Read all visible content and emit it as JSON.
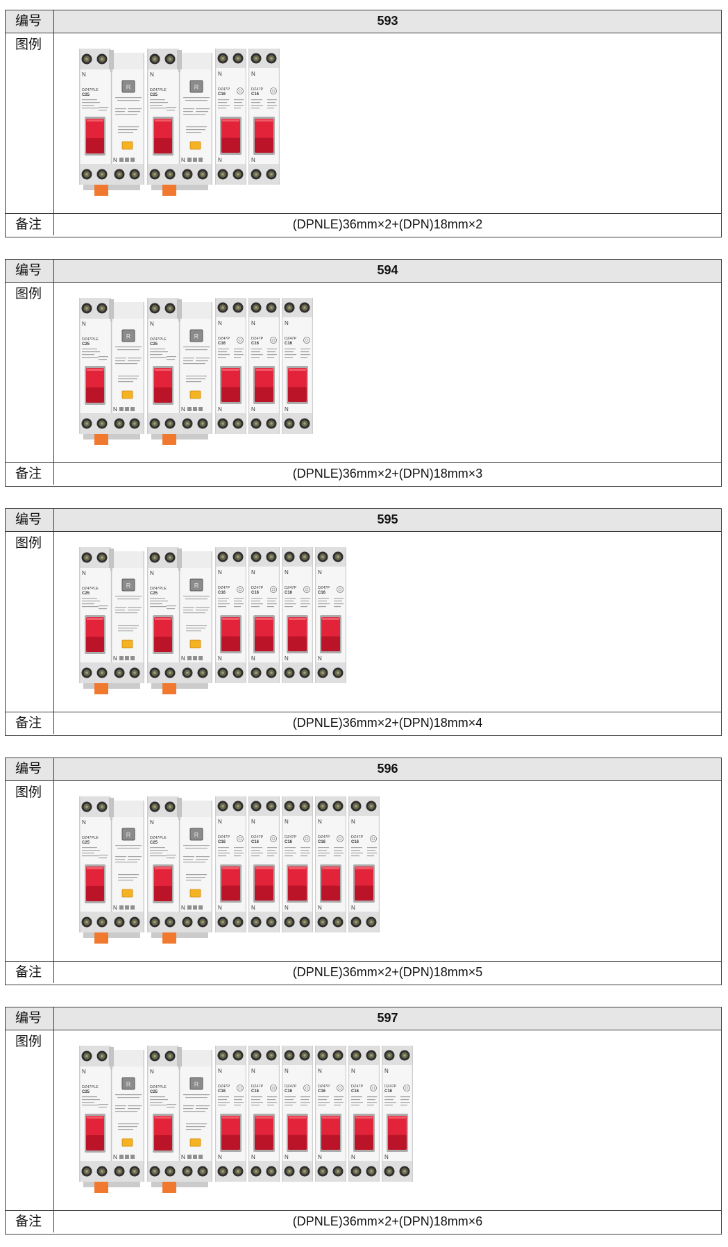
{
  "labels": {
    "number": "编号",
    "legend": "图例",
    "remark": "备注"
  },
  "module_marks": {
    "neutral": "N",
    "test_button": "R"
  },
  "colors": {
    "border": "#3a3a3a",
    "header_bg": "#e6e6e6",
    "toggle_red": "#e2233a",
    "toggle_red_dark": "#bb1428",
    "indicator_yellow": "#f5b223",
    "release_tab_orange": "#f0782f"
  },
  "tables": [
    {
      "number": "593",
      "remark": "(DPNLE)36mm×2+(DPN)18mm×2",
      "rcbo": [
        {
          "model": "DZ47PLE",
          "rating": "C25"
        },
        {
          "model": "DZ47PLE",
          "rating": "C25"
        }
      ],
      "mcb": [
        {
          "model": "DZ47P",
          "rating": "C16"
        },
        {
          "model": "DZ47P",
          "rating": "C16"
        }
      ]
    },
    {
      "number": "594",
      "remark": "(DPNLE)36mm×2+(DPN)18mm×3",
      "rcbo": [
        {
          "model": "DZ47PLE",
          "rating": "C25"
        },
        {
          "model": "DZ47PLE",
          "rating": "C25"
        }
      ],
      "mcb": [
        {
          "model": "DZ47P",
          "rating": "C16"
        },
        {
          "model": "DZ47P",
          "rating": "C16"
        },
        {
          "model": "DZ47P",
          "rating": "C16"
        }
      ]
    },
    {
      "number": "595",
      "remark": "(DPNLE)36mm×2+(DPN)18mm×4",
      "rcbo": [
        {
          "model": "DZ47PLE",
          "rating": "C25"
        },
        {
          "model": "DZ47PLE",
          "rating": "C25"
        }
      ],
      "mcb": [
        {
          "model": "DZ47P",
          "rating": "C16"
        },
        {
          "model": "DZ47P",
          "rating": "C16"
        },
        {
          "model": "DZ47P",
          "rating": "C16"
        },
        {
          "model": "DZ47P",
          "rating": "C16"
        }
      ]
    },
    {
      "number": "596",
      "remark": "(DPNLE)36mm×2+(DPN)18mm×5",
      "rcbo": [
        {
          "model": "DZ47PLE",
          "rating": "C25"
        },
        {
          "model": "DZ47PLE",
          "rating": "C25"
        }
      ],
      "mcb": [
        {
          "model": "DZ47P",
          "rating": "C16"
        },
        {
          "model": "DZ47P",
          "rating": "C16"
        },
        {
          "model": "DZ47P",
          "rating": "C16"
        },
        {
          "model": "DZ47P",
          "rating": "C16"
        },
        {
          "model": "DZ47P",
          "rating": "C16"
        }
      ]
    },
    {
      "number": "597",
      "remark": "(DPNLE)36mm×2+(DPN)18mm×6",
      "rcbo": [
        {
          "model": "DZ47PLE",
          "rating": "C25"
        },
        {
          "model": "DZ47PLE",
          "rating": "C25"
        }
      ],
      "mcb": [
        {
          "model": "DZ47P",
          "rating": "C16"
        },
        {
          "model": "DZ47P",
          "rating": "C16"
        },
        {
          "model": "DZ47P",
          "rating": "C16"
        },
        {
          "model": "DZ47P",
          "rating": "C16"
        },
        {
          "model": "DZ47P",
          "rating": "C16"
        },
        {
          "model": "DZ47P",
          "rating": "C16"
        }
      ]
    }
  ]
}
